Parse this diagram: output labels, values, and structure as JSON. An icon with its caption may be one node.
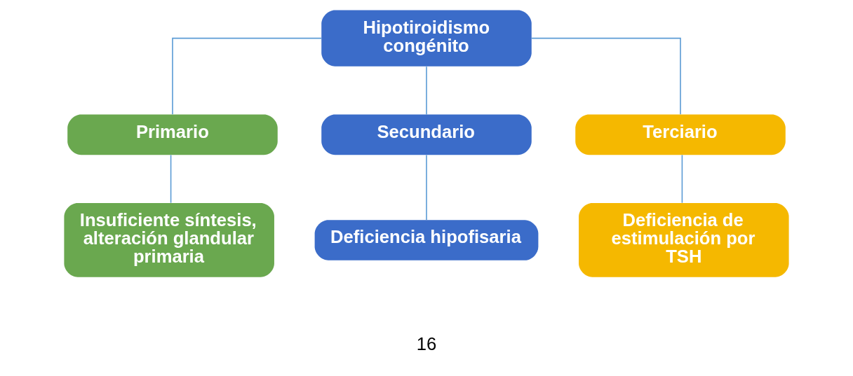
{
  "diagram": {
    "nodes": [
      {
        "text": [
          "Hipotiroidismo congénito"
        ]
      },
      {
        "text": [
          "Primario"
        ]
      },
      {
        "text": [
          "Secundario"
        ]
      },
      {
        "text": [
          "Terciario"
        ]
      },
      {
        "text": [
          "Insuficiente síntesis, alteración glandular primaria"
        ]
      },
      {
        "text": [
          "Deficiencia hipofisaria"
        ]
      },
      {
        "text": [
          "Deficiencia de estimulación por TSH"
        ]
      }
    ],
    "edges": [
      {
        "from": 0,
        "to": 1,
        "arrow": "none"
      },
      {
        "from": 0,
        "to": 2,
        "arrow": "none"
      },
      {
        "from": 0,
        "to": 3,
        "arrow": "none"
      },
      {
        "from": 1,
        "to": 4,
        "arrow": "none"
      },
      {
        "from": 2,
        "to": 5,
        "arrow": "none"
      },
      {
        "from": 3,
        "to": 6,
        "arrow": "none"
      }
    ],
    "labels": [
      "16"
    ]
  }
}
